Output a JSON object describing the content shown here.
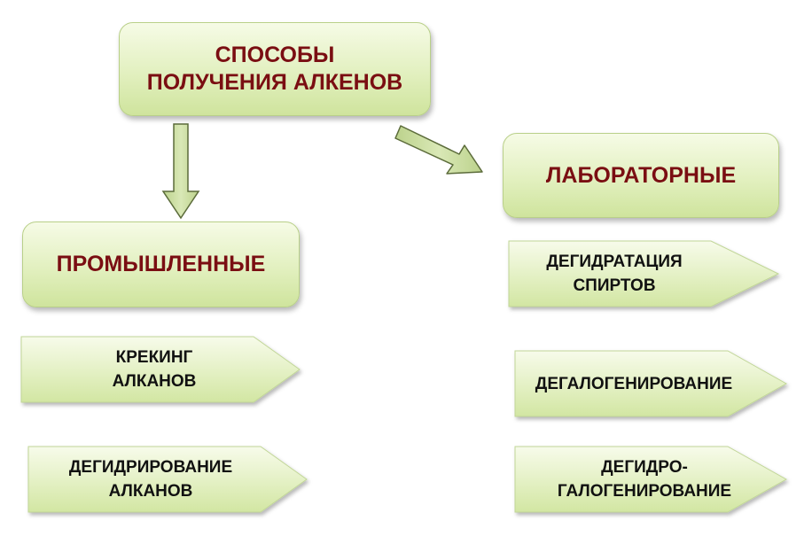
{
  "root": {
    "line1": "СПОСОБЫ",
    "line2": "ПОЛУЧЕНИЯ АЛКЕНОВ"
  },
  "industrial": {
    "title": "ПРОМЫШЛЕННЫЕ",
    "items": [
      {
        "line1": "КРЕКИНГ",
        "line2": "АЛКАНОВ"
      },
      {
        "line1": "ДЕГИДРИРОВАНИЕ",
        "line2": "АЛКАНОВ"
      }
    ]
  },
  "laboratory": {
    "title": "ЛАБОРАТОРНЫЕ",
    "items": [
      {
        "line1": "ДЕГИДРАТАЦИЯ",
        "line2": "СПИРТОВ"
      },
      {
        "line1": "ДЕГАЛОГЕНИРОВАНИЕ",
        "line2": ""
      },
      {
        "line1": "ДЕГИДРО-",
        "line2": "ГАЛОГЕНИРОВАНИЕ"
      }
    ]
  },
  "colors": {
    "box_fill_top": "#f6fbe6",
    "box_fill_bottom": "#cfe49d",
    "box_text": "#7a0e12",
    "item_text": "#111111",
    "arrow_fill": "#c6d99a",
    "arrow_stroke": "#5b6b3a"
  }
}
